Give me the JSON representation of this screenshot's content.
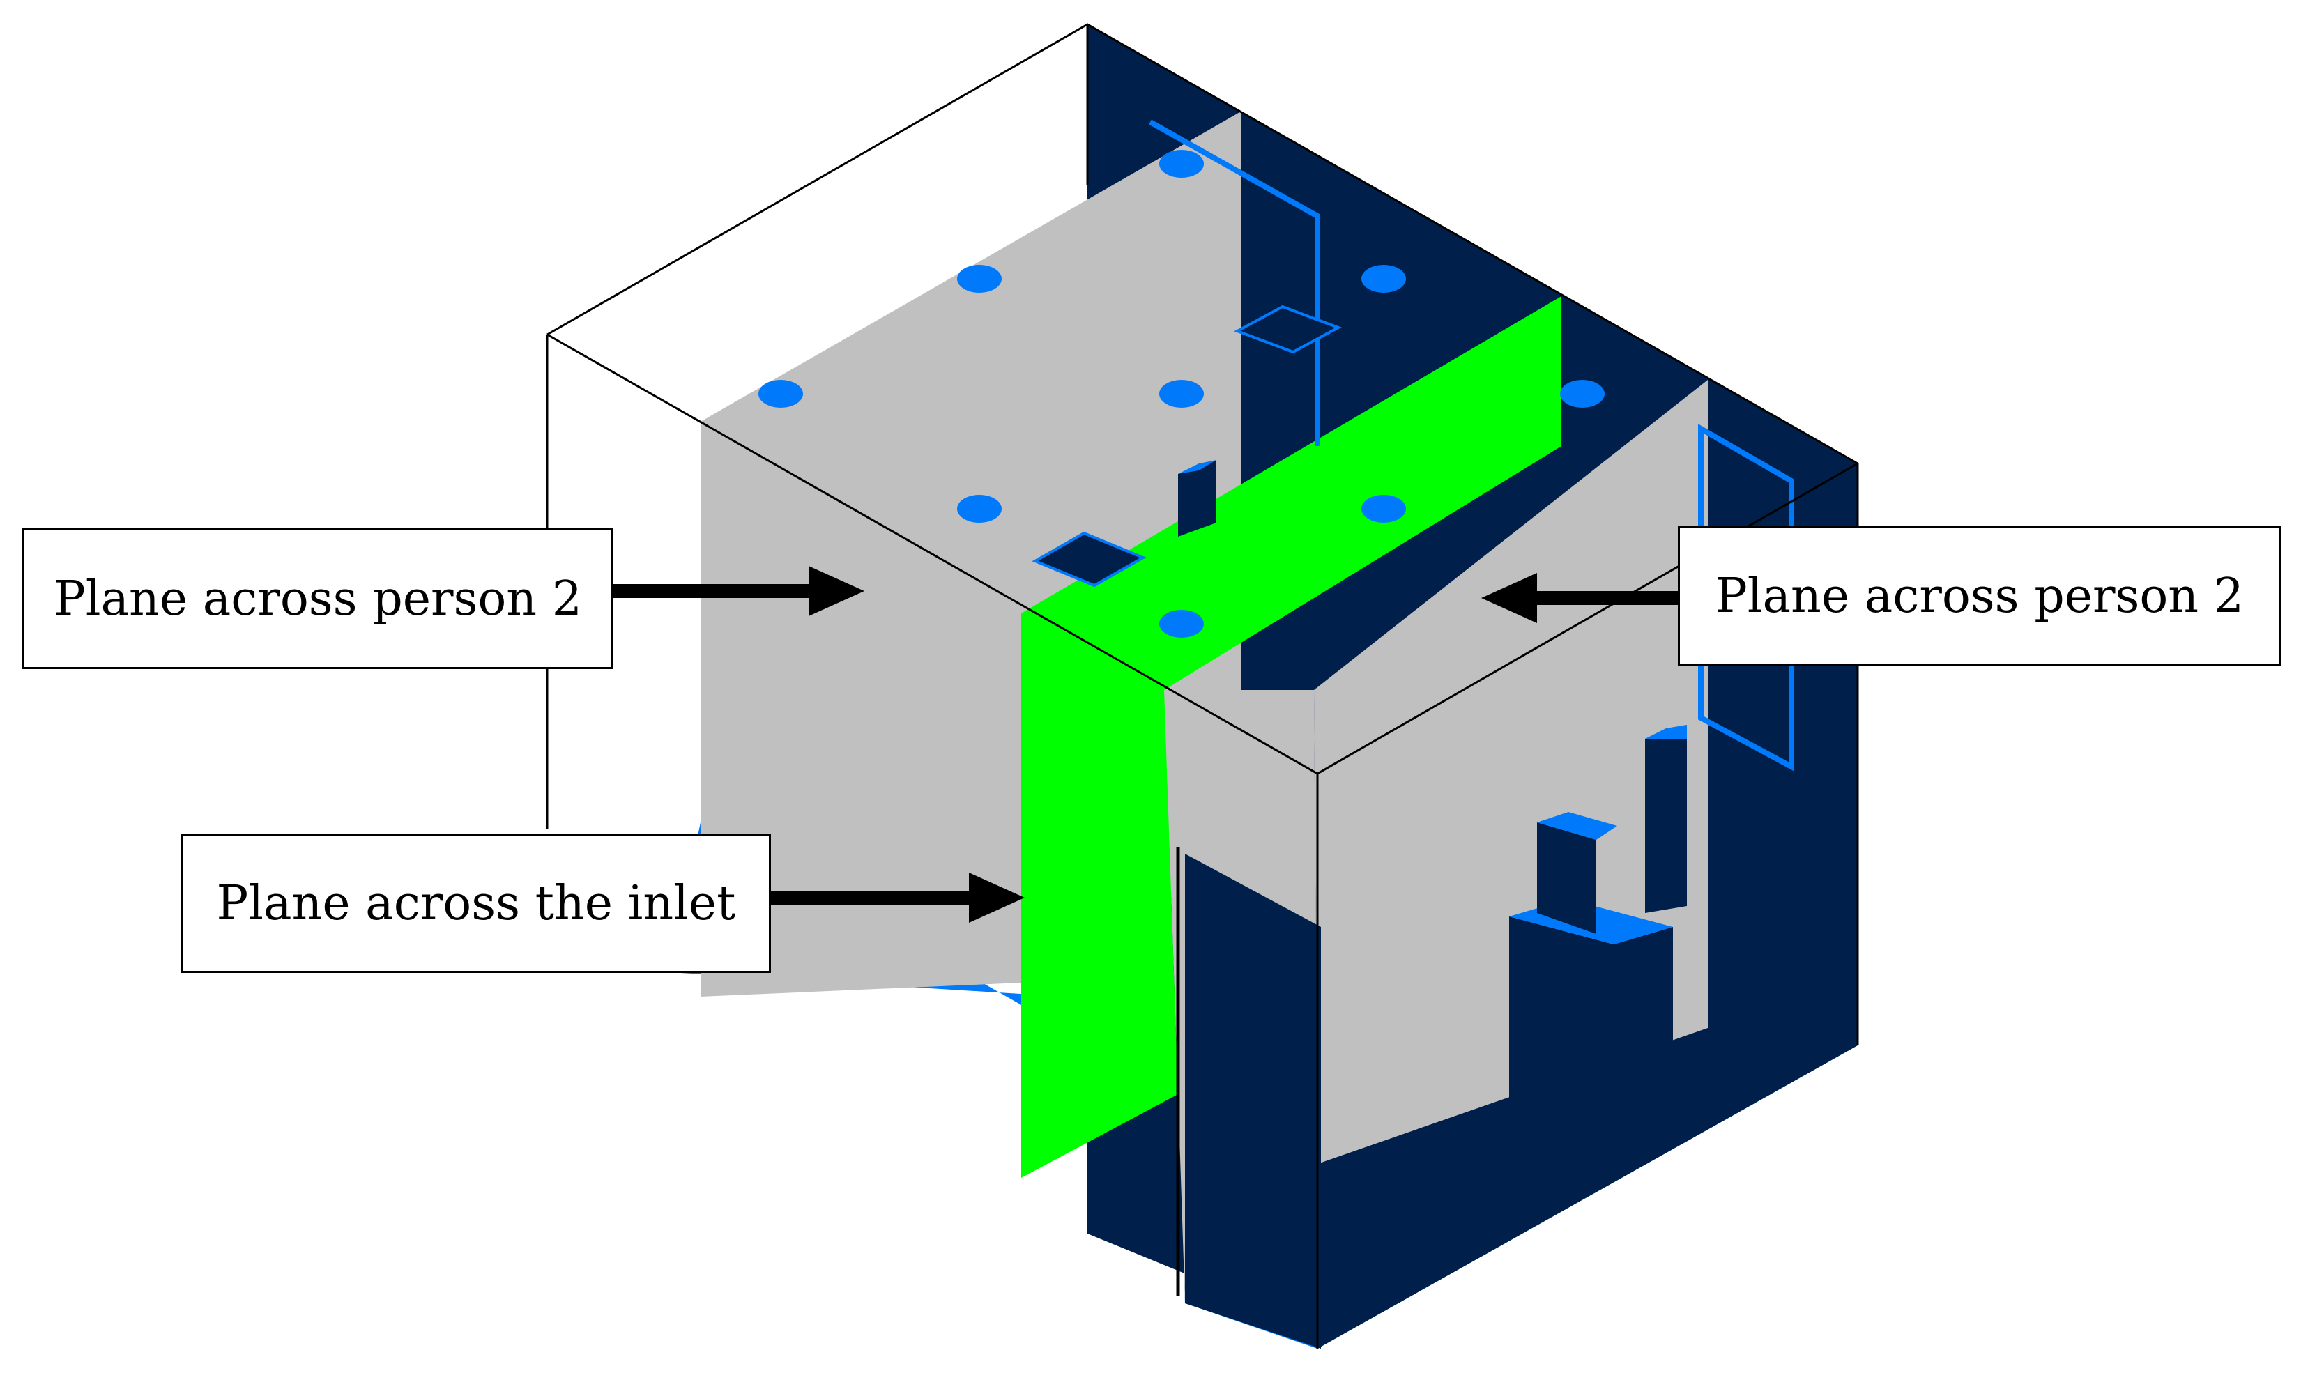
{
  "labels": {
    "left_plane": "Plane across person 2",
    "right_plane": "Plane across person 2",
    "inlet_plane": "Plane across the inlet"
  },
  "colors": {
    "navy": "#00204b",
    "blue": "#0079fb",
    "grey": "#c0c0c0",
    "green": "#00ff00",
    "line": "#000000",
    "background": "#ffffff"
  }
}
